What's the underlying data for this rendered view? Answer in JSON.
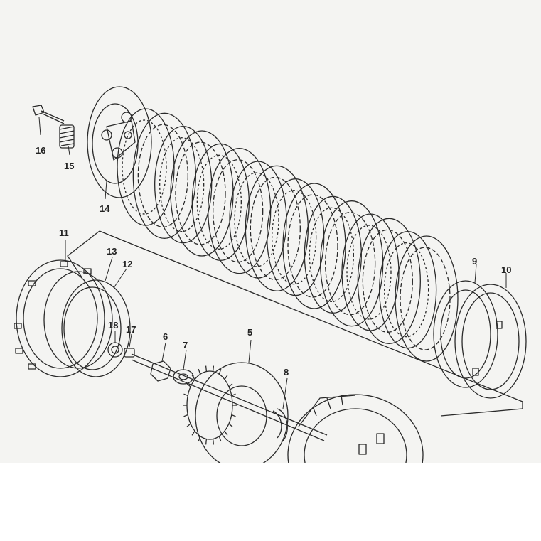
{
  "diagram": {
    "part_labels": [
      {
        "id": "p16",
        "text": "16"
      },
      {
        "id": "p15",
        "text": "15"
      },
      {
        "id": "p14",
        "text": "14"
      },
      {
        "id": "p11",
        "text": "11"
      },
      {
        "id": "p13",
        "text": "13"
      },
      {
        "id": "p12",
        "text": "12"
      },
      {
        "id": "p18",
        "text": "18"
      },
      {
        "id": "p17",
        "text": "17"
      },
      {
        "id": "p6",
        "text": "6"
      },
      {
        "id": "p7",
        "text": "7"
      },
      {
        "id": "p5",
        "text": "5"
      },
      {
        "id": "p8",
        "text": "8"
      },
      {
        "id": "p9",
        "text": "9"
      },
      {
        "id": "p10",
        "text": "10"
      }
    ]
  },
  "colors": {
    "paper": "#f4f4f2",
    "ink": "#2a2a2a",
    "margin": "#ffffff"
  }
}
